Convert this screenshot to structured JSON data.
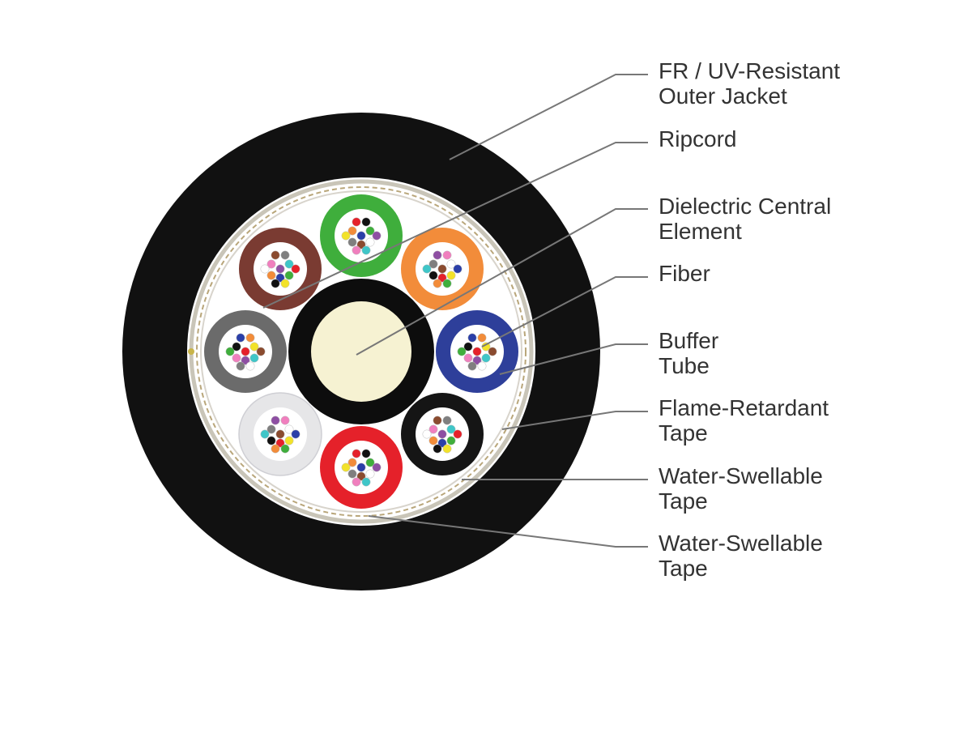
{
  "diagram": {
    "labels": [
      {
        "id": "jacket",
        "lines": [
          "FR / UV-Resistant",
          "Outer Jacket"
        ]
      },
      {
        "id": "ripcord",
        "lines": [
          "Ripcord"
        ]
      },
      {
        "id": "central",
        "lines": [
          "Dielectric Central",
          "Element"
        ]
      },
      {
        "id": "fiber",
        "lines": [
          "Fiber"
        ]
      },
      {
        "id": "buffer",
        "lines": [
          "Buffer",
          "Tube"
        ]
      },
      {
        "id": "fr-tape",
        "lines": [
          "Flame-Retardant",
          "Tape"
        ]
      },
      {
        "id": "ws-tape-1",
        "lines": [
          "Water-Swellable",
          "Tape"
        ]
      },
      {
        "id": "ws-tape-2",
        "lines": [
          "Water-Swellable",
          "Tape"
        ]
      }
    ],
    "colors": {
      "jacket": "#111111",
      "inner_fill": "#ffffff",
      "tape_ring": "#c9c5b8",
      "central_black": "#0d0d0d",
      "central_core": "#f6f2d2",
      "leader_line": "#777777",
      "text": "#333333"
    },
    "tubes": [
      {
        "name": "green",
        "color": "#3fae3c"
      },
      {
        "name": "orange",
        "color": "#f28c3a"
      },
      {
        "name": "blue",
        "color": "#2e3f9a"
      },
      {
        "name": "black",
        "color": "#151515"
      },
      {
        "name": "red",
        "color": "#e5212a"
      },
      {
        "name": "white",
        "color": "#e6e6e8"
      },
      {
        "name": "slate",
        "color": "#6b6b6b"
      },
      {
        "name": "brown",
        "color": "#7a3b32"
      }
    ],
    "fiber_colors": [
      "#2b3fa8",
      "#f28c3a",
      "#3fae3c",
      "#8a4b2f",
      "#7f7f7f",
      "#ffffff",
      "#e5212a",
      "#111111",
      "#f2e22a",
      "#8e4fa3",
      "#f07fbe",
      "#3fc6c8"
    ]
  }
}
